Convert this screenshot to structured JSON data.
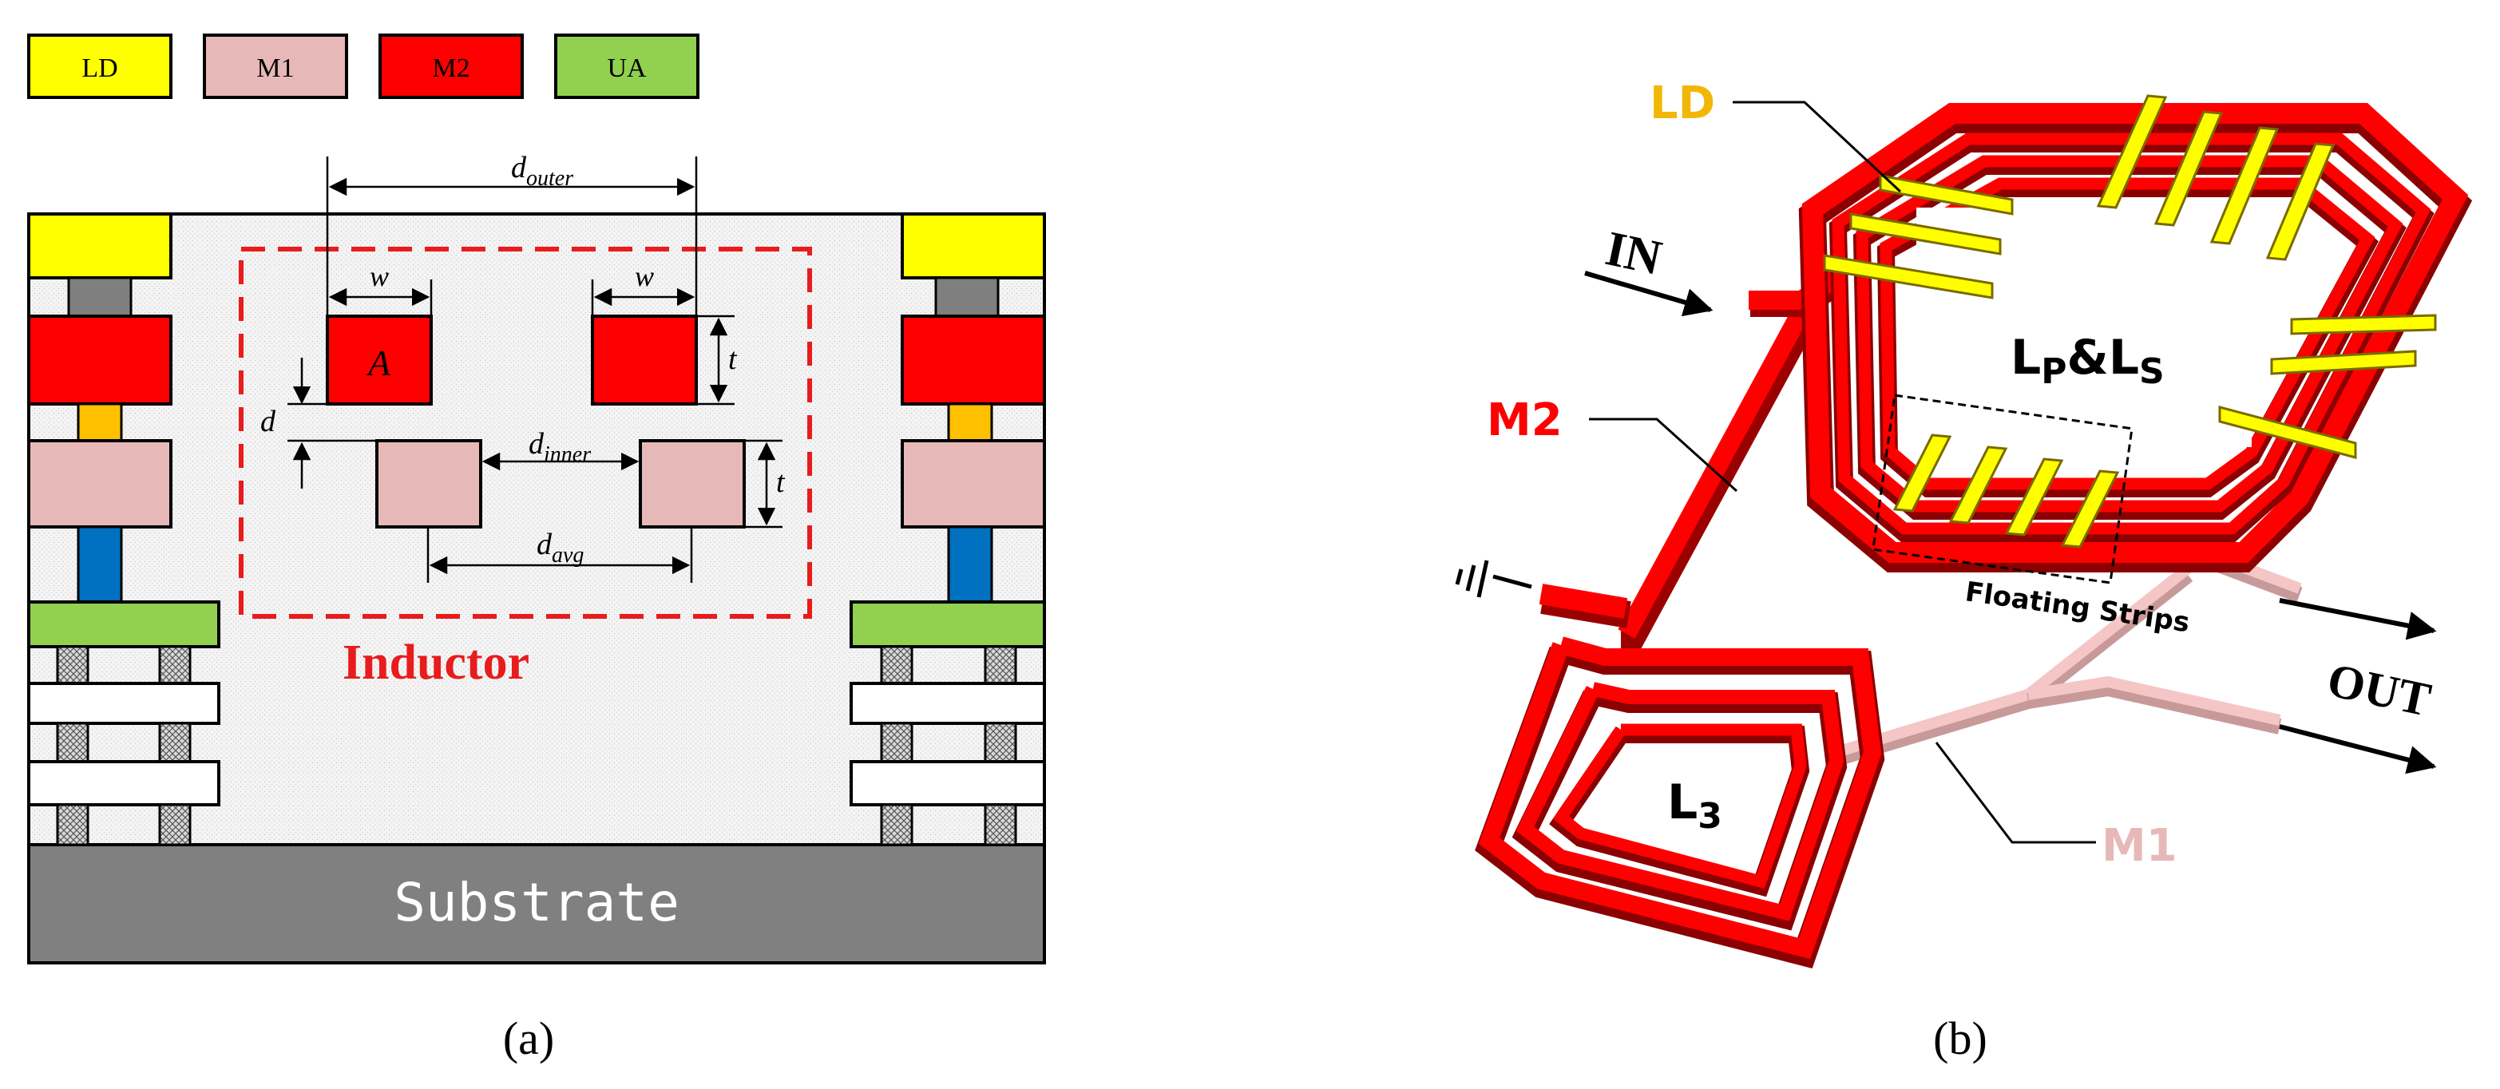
{
  "panel_a": {
    "legend": [
      {
        "label": "LD",
        "color": "#ffff00"
      },
      {
        "label": "M1",
        "color": "#e6b9b8"
      },
      {
        "label": "M2",
        "color": "#ff0000"
      },
      {
        "label": "UA",
        "color": "#92d050"
      }
    ],
    "dim_outer": "outer",
    "dim_inner": "inner",
    "dim_avg": "avg",
    "dim_d_base": "d",
    "dim_w": "w",
    "dim_t": "t",
    "dim_d": "d",
    "area_label": "A",
    "inductor_label": "Inductor",
    "substrate_label": "Substrate",
    "caption": "(a)"
  },
  "panel_b": {
    "label_ld": "LD",
    "label_in": "IN",
    "label_m2": "M2",
    "label_lpls": "LP&LS",
    "label_lp_main": "L",
    "label_lp_sub": "P",
    "label_amp": "&",
    "label_ls_main": "L",
    "label_ls_sub": "S",
    "label_floating": "Floating Strips",
    "label_out": "OUT",
    "label_l3_main": "L",
    "label_l3_sub": "3",
    "label_m1": "M1",
    "caption": "(b)"
  },
  "colors": {
    "ld": "#ffff00",
    "m1": "#e6b9b8",
    "m2": "#ff0000",
    "ua": "#92d050",
    "substrate": "#808080",
    "via_gray": "#7f7f7f",
    "via_orange": "#ffc000",
    "via_blue": "#0070c0",
    "inductor_red": "#e81c1c"
  }
}
